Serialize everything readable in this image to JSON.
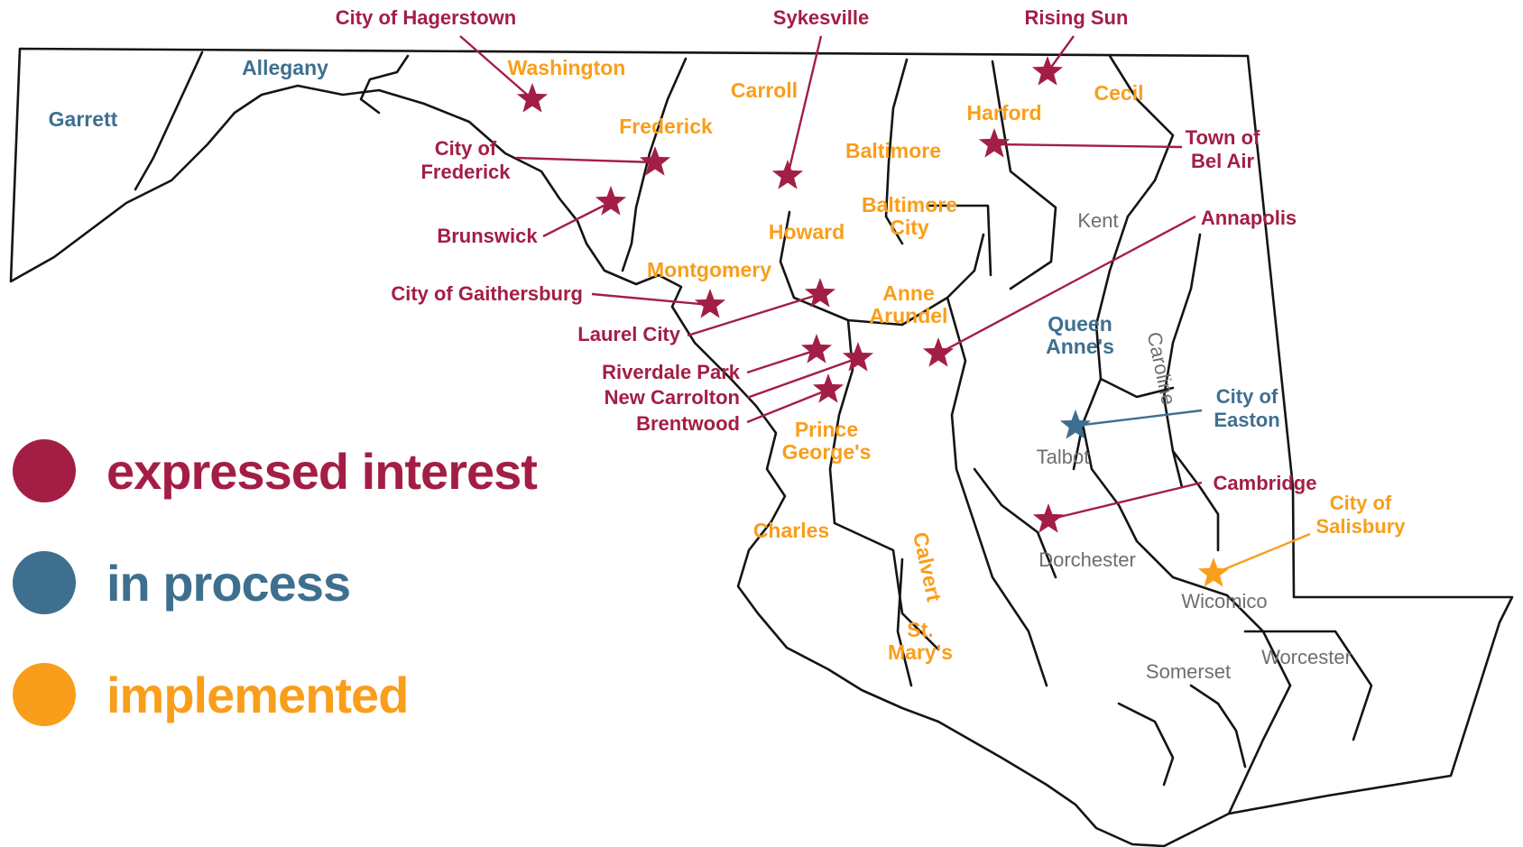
{
  "colors": {
    "expressed_interest": "#a31e45",
    "in_process": "#3f6f8f",
    "implemented": "#f99e1a",
    "unaffiliated": "#6e6e6e",
    "outline": "#141414"
  },
  "legend": [
    {
      "label": "expressed interest",
      "status": "expressed_interest"
    },
    {
      "label": "in process",
      "status": "in_process"
    },
    {
      "label": "implemented",
      "status": "implemented"
    }
  ],
  "counties": [
    {
      "name": "Garrett",
      "status": "in_process"
    },
    {
      "name": "Allegany",
      "status": "in_process"
    },
    {
      "name": "Washington",
      "status": "implemented"
    },
    {
      "name": "Frederick",
      "status": "implemented"
    },
    {
      "name": "Carroll",
      "status": "implemented"
    },
    {
      "name": "Baltimore",
      "status": "implemented"
    },
    {
      "name": "Harford",
      "status": "implemented"
    },
    {
      "name": "Cecil",
      "status": "implemented"
    },
    {
      "name": "Baltimore City",
      "lines": [
        "Baltimore",
        "City"
      ],
      "status": "implemented"
    },
    {
      "name": "Howard",
      "status": "implemented"
    },
    {
      "name": "Montgomery",
      "status": "implemented"
    },
    {
      "name": "Anne Arundel",
      "lines": [
        "Anne",
        "Arundel"
      ],
      "status": "implemented"
    },
    {
      "name": "Prince George's",
      "lines": [
        "Prince",
        "George's"
      ],
      "status": "implemented"
    },
    {
      "name": "Charles",
      "status": "implemented"
    },
    {
      "name": "Calvert",
      "status": "implemented"
    },
    {
      "name": "St. Mary's",
      "lines": [
        "St.",
        "Mary's"
      ],
      "status": "implemented"
    },
    {
      "name": "Kent",
      "status": "unaffiliated"
    },
    {
      "name": "Queen Anne's",
      "lines": [
        "Queen",
        "Anne's"
      ],
      "status": "in_process"
    },
    {
      "name": "Caroline",
      "status": "unaffiliated"
    },
    {
      "name": "Talbot",
      "status": "unaffiliated"
    },
    {
      "name": "Dorchester",
      "status": "unaffiliated"
    },
    {
      "name": "Wicomico",
      "status": "unaffiliated"
    },
    {
      "name": "Somerset",
      "status": "unaffiliated"
    },
    {
      "name": "Worcester",
      "status": "unaffiliated"
    }
  ],
  "municipalities": [
    {
      "name": "City of Hagerstown",
      "lines": [
        "City of Hagerstown"
      ],
      "status": "expressed_interest"
    },
    {
      "name": "Sykesville",
      "lines": [
        "Sykesville"
      ],
      "status": "expressed_interest"
    },
    {
      "name": "Rising Sun",
      "lines": [
        "Rising Sun"
      ],
      "status": "expressed_interest"
    },
    {
      "name": "City of Frederick",
      "lines": [
        "City of",
        "Frederick"
      ],
      "status": "expressed_interest"
    },
    {
      "name": "Town of Bel Air",
      "lines": [
        "Town of",
        "Bel Air"
      ],
      "status": "expressed_interest"
    },
    {
      "name": "Brunswick",
      "lines": [
        "Brunswick"
      ],
      "status": "expressed_interest"
    },
    {
      "name": "Annapolis",
      "lines": [
        "Annapolis"
      ],
      "status": "expressed_interest"
    },
    {
      "name": "City of Gaithersburg",
      "lines": [
        "City of Gaithersburg"
      ],
      "status": "expressed_interest"
    },
    {
      "name": "Laurel City",
      "lines": [
        "Laurel City"
      ],
      "status": "expressed_interest"
    },
    {
      "name": "Riverdale Park",
      "lines": [
        "Riverdale Park"
      ],
      "status": "expressed_interest"
    },
    {
      "name": "New Carrolton",
      "lines": [
        "New Carrolton"
      ],
      "status": "expressed_interest"
    },
    {
      "name": "Brentwood",
      "lines": [
        "Brentwood"
      ],
      "status": "expressed_interest"
    },
    {
      "name": "City of Easton",
      "lines": [
        "City of",
        "Easton"
      ],
      "status": "in_process"
    },
    {
      "name": "Cambridge",
      "lines": [
        "Cambridge"
      ],
      "status": "expressed_interest"
    },
    {
      "name": "City of Salisbury",
      "lines": [
        "City of",
        "Salisbury"
      ],
      "status": "implemented"
    }
  ]
}
